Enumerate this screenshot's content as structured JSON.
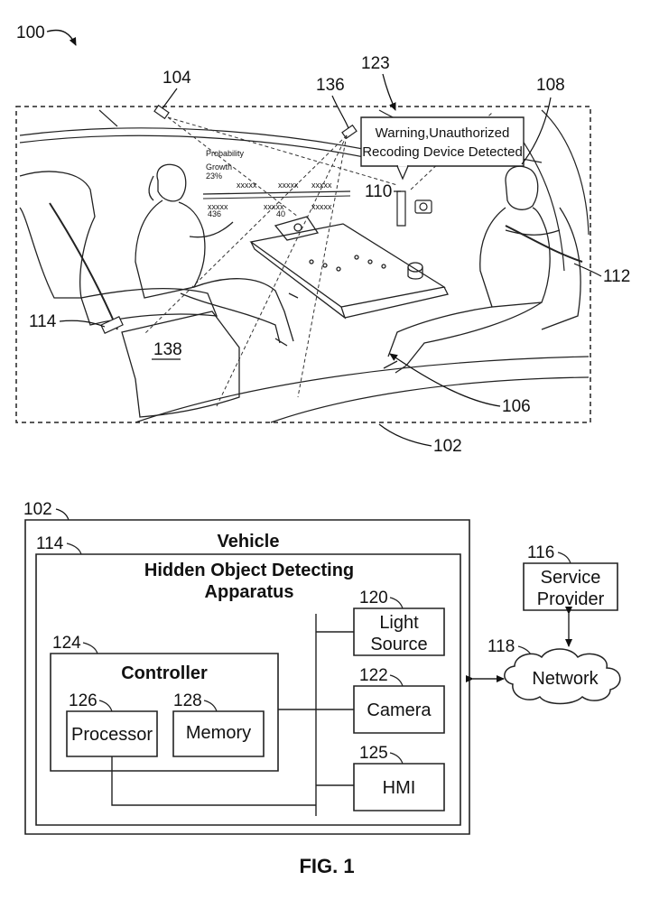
{
  "figure": {
    "caption": "FIG. 1"
  },
  "scene": {
    "ref_100": "100",
    "ref_104": "104",
    "ref_123": "123",
    "ref_136": "136",
    "ref_108": "108",
    "ref_110": "110",
    "ref_112": "112",
    "ref_114": "114",
    "ref_138": "138",
    "ref_106": "106",
    "ref_102": "102",
    "warning_line1": "Warning,Unauthorized",
    "warning_line2": "Recoding Device Detected",
    "hud_probability": "Probability",
    "hud_growth": "Growth",
    "hud_percent": "23%",
    "hud_xxxx": "xxxxx",
    "hud_436": "436",
    "hud_40": "40"
  },
  "block_diagram": {
    "vehicle": {
      "ref": "102",
      "title": "Vehicle"
    },
    "apparatus": {
      "ref": "114",
      "title_line1": "Hidden Object Detecting",
      "title_line2": "Apparatus"
    },
    "controller": {
      "ref": "124",
      "title": "Controller"
    },
    "processor": {
      "ref": "126",
      "label": "Processor"
    },
    "memory": {
      "ref": "128",
      "label": "Memory"
    },
    "light_source": {
      "ref": "120",
      "line1": "Light",
      "line2": "Source"
    },
    "camera": {
      "ref": "122",
      "label": "Camera"
    },
    "hmi": {
      "ref": "125",
      "label": "HMI"
    },
    "network": {
      "ref": "118",
      "label": "Network"
    },
    "service_provider": {
      "ref": "116",
      "line1": "Service",
      "line2": "Provider"
    }
  }
}
